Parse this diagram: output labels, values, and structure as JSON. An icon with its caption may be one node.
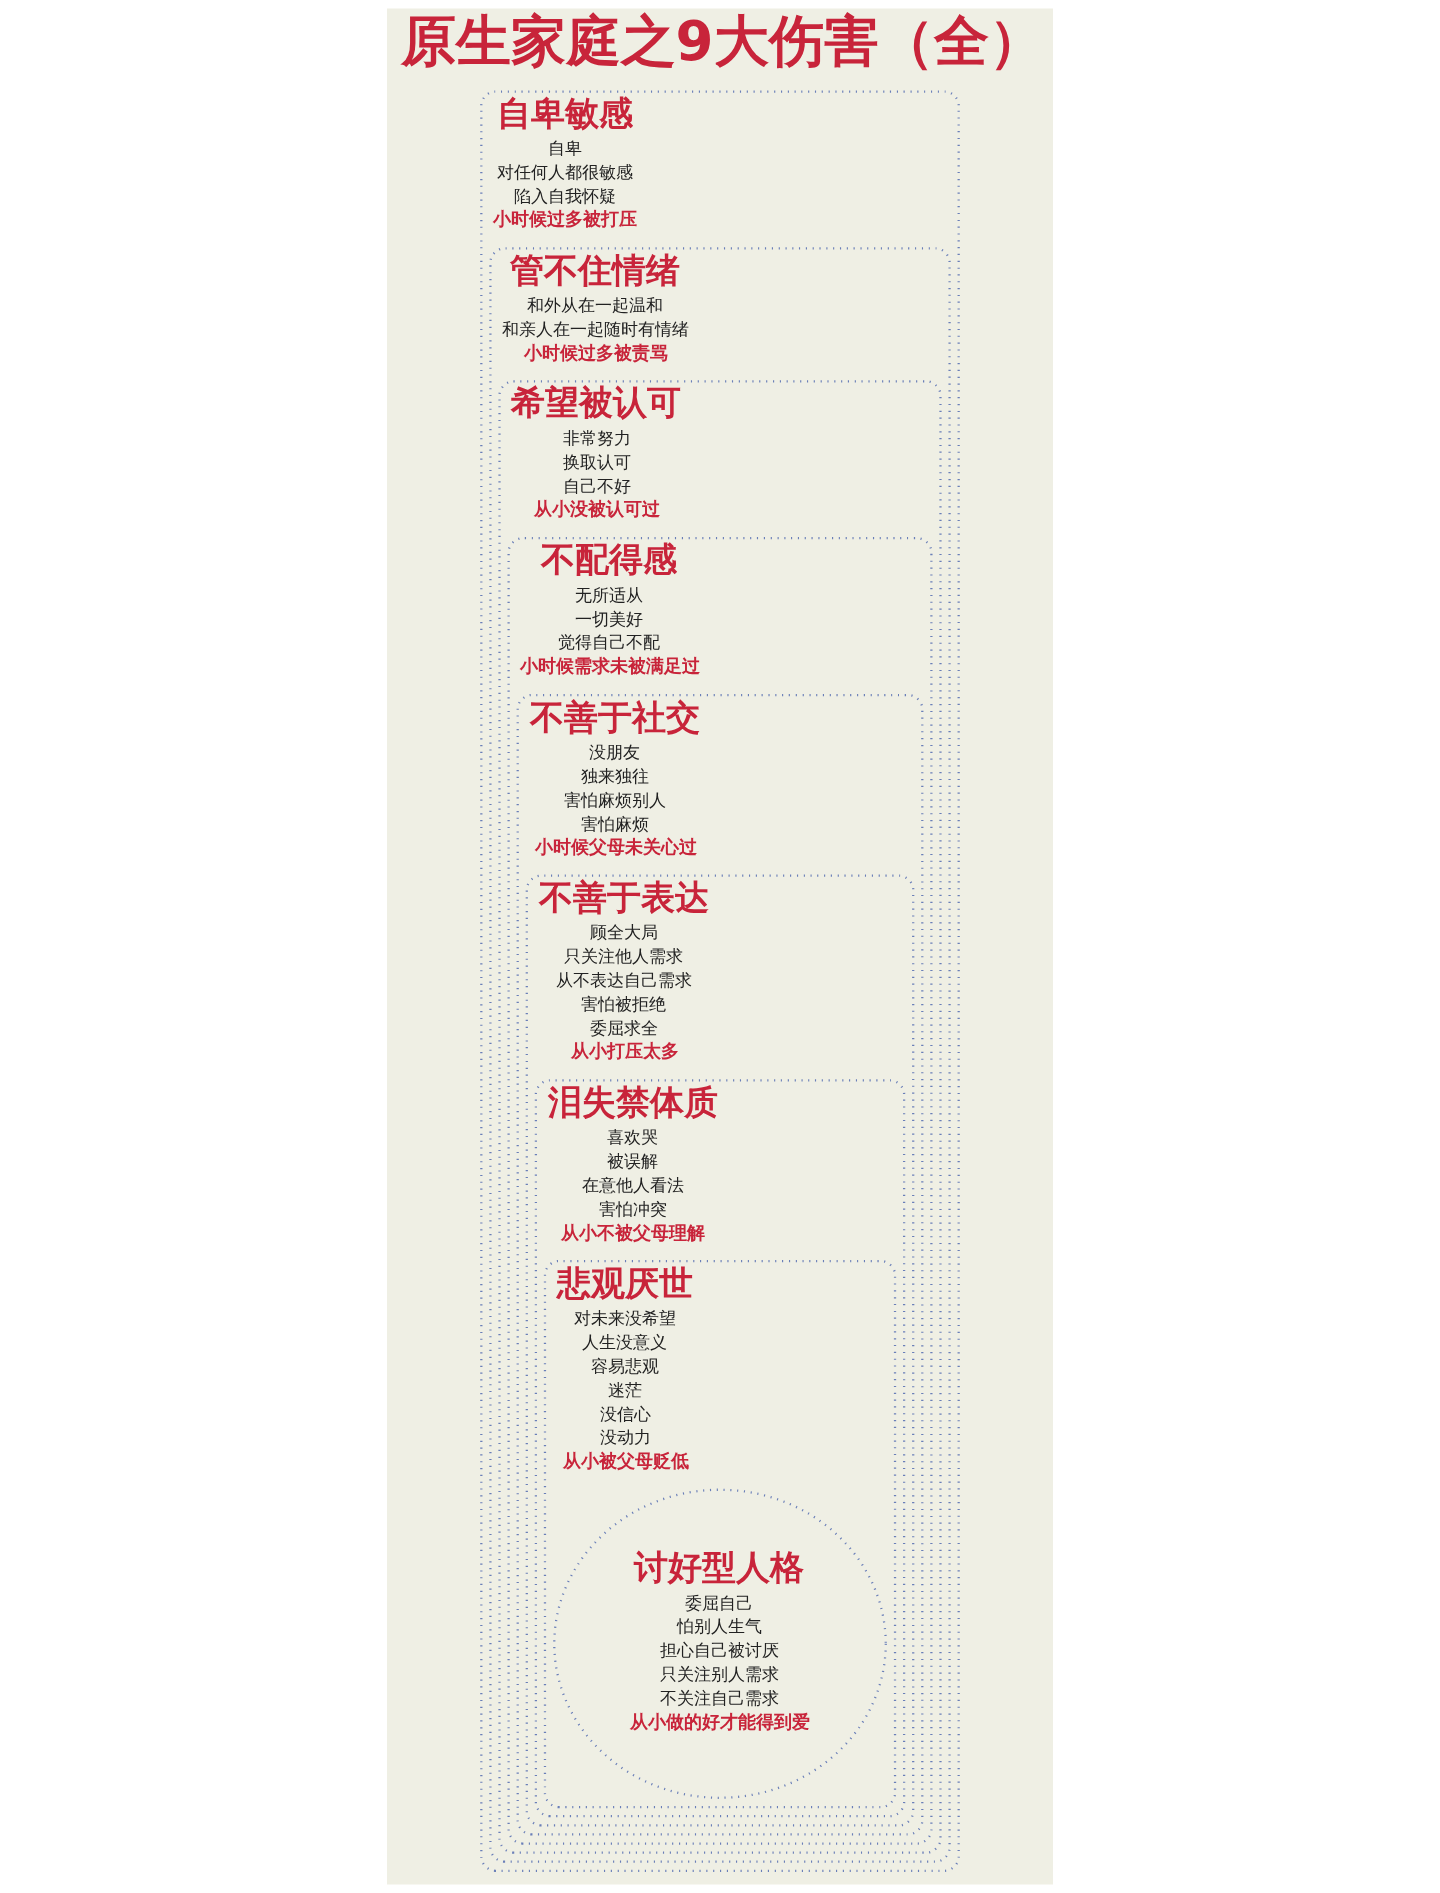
{
  "diagram": {
    "title": "原生家庭之9大伤害（全）",
    "nodes": [
      {
        "text": [
          "自卑敏感",
          "自卑",
          "对任何人都很敏感",
          "陷入自我怀疑",
          "小时候过多被打压"
        ]
      },
      {
        "text": [
          "管不住情绪",
          "和外从在一起温和",
          "和亲人在一起随时有情绪",
          "小时候过多被责骂"
        ],
        "in": 0
      },
      {
        "text": [
          "希望被认可",
          "非常努力",
          "换取认可",
          "自己不好",
          "从小没被认可过"
        ],
        "in": 1
      },
      {
        "text": [
          "不配得感",
          "无所适从",
          "一切美好",
          "觉得自己不配",
          "小时候需求未被满足过"
        ],
        "in": 2
      },
      {
        "text": [
          "不善于社交",
          "没朋友",
          "独来独往",
          "害怕麻烦别人",
          "害怕麻烦",
          "小时候父母未关心过"
        ],
        "in": 3
      },
      {
        "text": [
          "不善于表达",
          "顾全大局",
          "只关注他人需求",
          "从不表达自己需求",
          "害怕被拒绝",
          "委屈求全",
          "从小打压太多"
        ],
        "in": 4
      },
      {
        "text": [
          "泪失禁体质",
          "喜欢哭",
          "被误解",
          "在意他人看法",
          "害怕冲突",
          "从小不被父母理解"
        ],
        "in": 5
      },
      {
        "text": [
          "悲观厌世",
          "对未来没希望",
          "人生没意义",
          "容易悲观",
          "迷茫",
          "没信心",
          "没动力",
          "从小被父母贬低"
        ],
        "in": 6
      },
      {
        "text": [
          "讨好型人格",
          "委屈自己",
          "怕别人生气",
          "担心自己被讨厌",
          "只关注别人需求",
          "不关注自己需求",
          "从小做的好才能得到爱"
        ],
        "in": 7
      }
    ],
    "edges": []
  }
}
